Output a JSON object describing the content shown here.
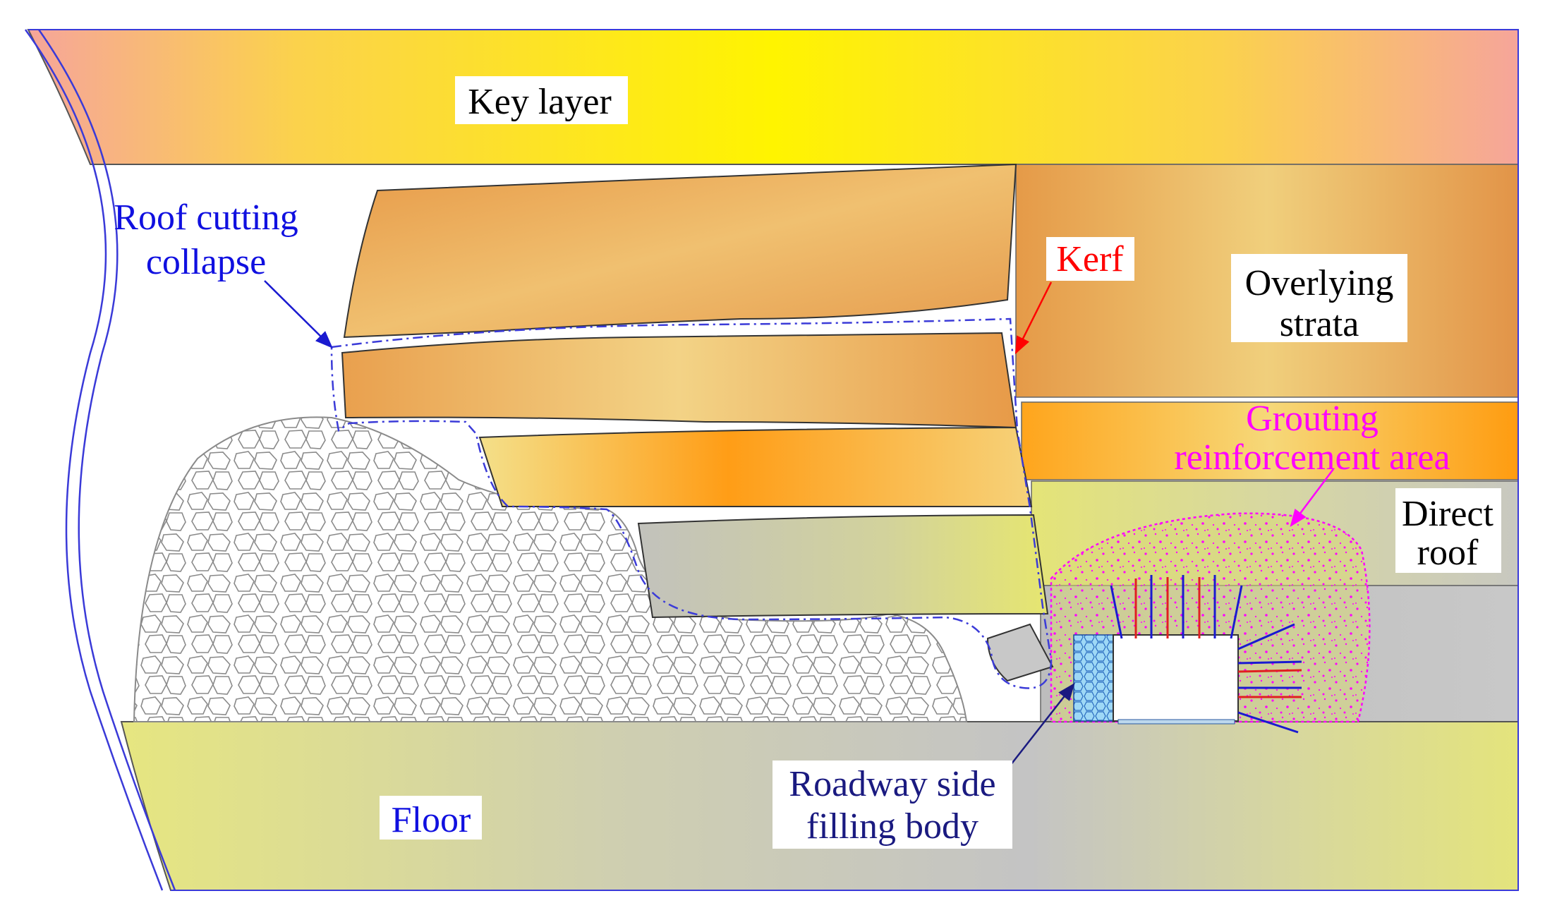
{
  "labels": {
    "key_layer": "Key layer",
    "roof_cutting_line1": "Roof cutting",
    "roof_cutting_line2": "collapse",
    "kerf": "Kerf",
    "overlying_line1": "Overlying",
    "overlying_line2": "strata",
    "grouting_line1": "Grouting",
    "grouting_line2": "reinforcement area",
    "direct_roof_line1": "Direct",
    "direct_roof_line2": "roof",
    "roadway_line1": "Roadway side",
    "roadway_line2": "filling body",
    "floor": "Floor"
  },
  "colors": {
    "label_black": "#000000",
    "label_blue": "#1010e0",
    "label_red": "#ff0000",
    "label_magenta": "#ff00ff",
    "label_navy": "#1a1a80",
    "border": "#2a2ad0",
    "dashed_outline": "#3b3bd8",
    "bolt_red": "#e02020",
    "bolt_blue": "#1a1ad0"
  }
}
